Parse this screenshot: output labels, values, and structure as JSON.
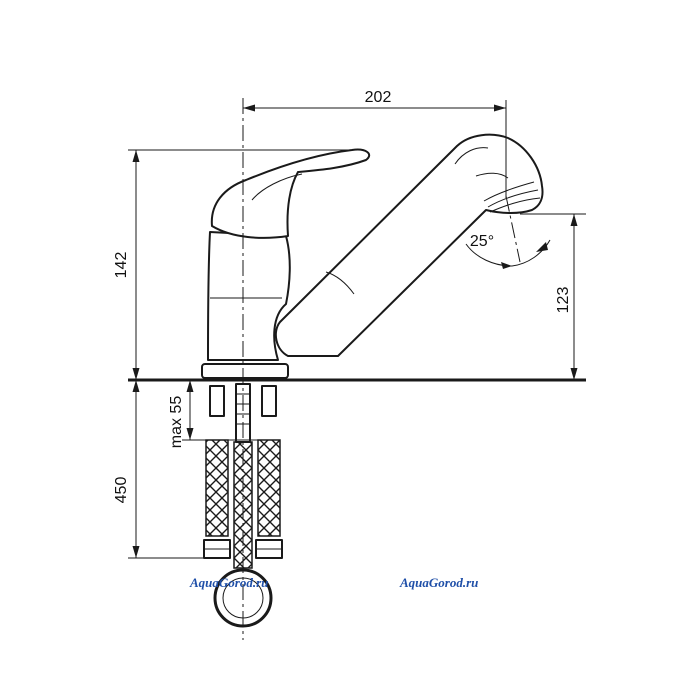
{
  "dimensions": {
    "spout_reach": "202",
    "body_height": "142",
    "spout_height": "123",
    "max_thickness": "max 55",
    "hose_length": "450",
    "spray_angle": "25°"
  },
  "watermarks": [
    "AquaGorod.ru",
    "AquaGorod.ru"
  ],
  "colors": {
    "line": "#1a1a1a",
    "watermark": "#1f4fa8",
    "background": "#ffffff"
  }
}
